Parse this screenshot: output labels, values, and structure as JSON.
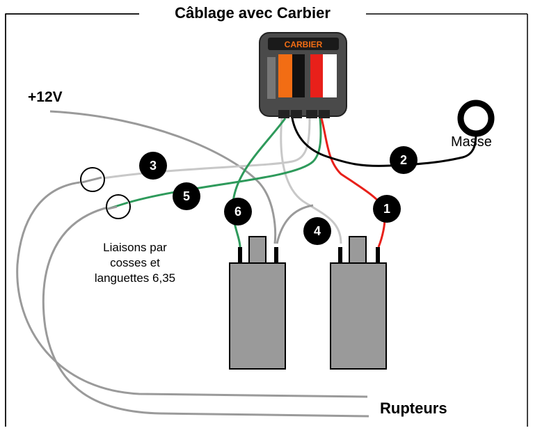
{
  "title": "Câblage avec Carbier",
  "labels": {
    "plus12v": "+12V",
    "masse": "Masse",
    "rupteurs": "Rupteurs",
    "liaisons_1": "Liaisons par",
    "liaisons_2": "cosses et",
    "liaisons_3": "languettes 6,35"
  },
  "module": {
    "logo_text": "CARBIER",
    "colors": {
      "orange": "#f26d14",
      "red": "#e8201a",
      "body": "#4a4a4a"
    }
  },
  "numbers": [
    "1",
    "2",
    "3",
    "4",
    "5",
    "6"
  ],
  "wire_colors": {
    "red": "#e8201a",
    "black": "#000000",
    "green": "#2e9a5b",
    "grey": "#c8c8c8",
    "darkgrey": "#9a9a9a"
  }
}
